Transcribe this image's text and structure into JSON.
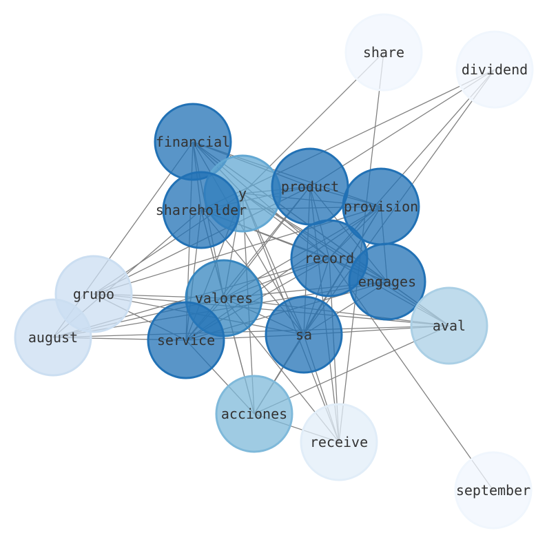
{
  "graph": {
    "nodes": [
      {
        "id": "share",
        "label": "share",
        "weight": 0.05
      },
      {
        "id": "dividend",
        "label": "dividend",
        "weight": 0.05
      },
      {
        "id": "financial",
        "label": "financial",
        "weight": 1.0
      },
      {
        "id": "y",
        "label": "y",
        "weight": 0.7
      },
      {
        "id": "product",
        "label": "product",
        "weight": 1.0
      },
      {
        "id": "shareholder",
        "label": "shareholder",
        "weight": 1.0
      },
      {
        "id": "provision",
        "label": "provision",
        "weight": 1.0
      },
      {
        "id": "record",
        "label": "record",
        "weight": 1.0
      },
      {
        "id": "engages",
        "label": "engages",
        "weight": 1.0
      },
      {
        "id": "grupo",
        "label": "grupo",
        "weight": 0.3
      },
      {
        "id": "valores",
        "label": "valores",
        "weight": 0.9
      },
      {
        "id": "aval",
        "label": "aval",
        "weight": 0.45
      },
      {
        "id": "august",
        "label": "august",
        "weight": 0.3
      },
      {
        "id": "sa",
        "label": "sa",
        "weight": 1.0
      },
      {
        "id": "service",
        "label": "service",
        "weight": 1.0
      },
      {
        "id": "acciones",
        "label": "acciones",
        "weight": 0.6
      },
      {
        "id": "receive",
        "label": "receive",
        "weight": 0.15
      },
      {
        "id": "september",
        "label": "september",
        "weight": 0.05
      }
    ],
    "edges": [
      [
        "share",
        "y"
      ],
      [
        "share",
        "receive"
      ],
      [
        "dividend",
        "product"
      ],
      [
        "dividend",
        "shareholder"
      ],
      [
        "dividend",
        "record"
      ],
      [
        "dividend",
        "sa"
      ],
      [
        "financial",
        "y"
      ],
      [
        "financial",
        "product"
      ],
      [
        "financial",
        "provision"
      ],
      [
        "financial",
        "record"
      ],
      [
        "financial",
        "engages"
      ],
      [
        "financial",
        "valores"
      ],
      [
        "financial",
        "sa"
      ],
      [
        "financial",
        "service"
      ],
      [
        "financial",
        "aval"
      ],
      [
        "financial",
        "august"
      ],
      [
        "financial",
        "shareholder"
      ],
      [
        "y",
        "product"
      ],
      [
        "y",
        "provision"
      ],
      [
        "y",
        "record"
      ],
      [
        "y",
        "engages"
      ],
      [
        "y",
        "valores"
      ],
      [
        "y",
        "sa"
      ],
      [
        "y",
        "service"
      ],
      [
        "y",
        "acciones"
      ],
      [
        "y",
        "receive"
      ],
      [
        "y",
        "aval"
      ],
      [
        "y",
        "grupo"
      ],
      [
        "product",
        "provision"
      ],
      [
        "product",
        "record"
      ],
      [
        "product",
        "engages"
      ],
      [
        "product",
        "valores"
      ],
      [
        "product",
        "sa"
      ],
      [
        "product",
        "service"
      ],
      [
        "product",
        "receive"
      ],
      [
        "product",
        "shareholder"
      ],
      [
        "product",
        "grupo"
      ],
      [
        "shareholder",
        "provision"
      ],
      [
        "shareholder",
        "record"
      ],
      [
        "shareholder",
        "engages"
      ],
      [
        "shareholder",
        "valores"
      ],
      [
        "shareholder",
        "sa"
      ],
      [
        "shareholder",
        "service"
      ],
      [
        "shareholder",
        "acciones"
      ],
      [
        "shareholder",
        "august"
      ],
      [
        "provision",
        "record"
      ],
      [
        "provision",
        "engages"
      ],
      [
        "provision",
        "valores"
      ],
      [
        "provision",
        "sa"
      ],
      [
        "provision",
        "service"
      ],
      [
        "provision",
        "acciones"
      ],
      [
        "provision",
        "grupo"
      ],
      [
        "record",
        "engages"
      ],
      [
        "record",
        "valores"
      ],
      [
        "record",
        "sa"
      ],
      [
        "record",
        "service"
      ],
      [
        "record",
        "receive"
      ],
      [
        "record",
        "aval"
      ],
      [
        "record",
        "september"
      ],
      [
        "record",
        "august"
      ],
      [
        "engages",
        "valores"
      ],
      [
        "engages",
        "sa"
      ],
      [
        "engages",
        "service"
      ],
      [
        "engages",
        "aval"
      ],
      [
        "engages",
        "august"
      ],
      [
        "grupo",
        "valores"
      ],
      [
        "grupo",
        "sa"
      ],
      [
        "grupo",
        "service"
      ],
      [
        "grupo",
        "aval"
      ],
      [
        "valores",
        "sa"
      ],
      [
        "valores",
        "service"
      ],
      [
        "valores",
        "acciones"
      ],
      [
        "valores",
        "receive"
      ],
      [
        "valores",
        "aval"
      ],
      [
        "aval",
        "august"
      ],
      [
        "aval",
        "sa"
      ],
      [
        "aval",
        "acciones"
      ],
      [
        "august",
        "service"
      ],
      [
        "august",
        "valores"
      ],
      [
        "sa",
        "service"
      ],
      [
        "sa",
        "acciones"
      ],
      [
        "sa",
        "receive"
      ],
      [
        "service",
        "acciones"
      ],
      [
        "acciones",
        "receive"
      ]
    ]
  }
}
